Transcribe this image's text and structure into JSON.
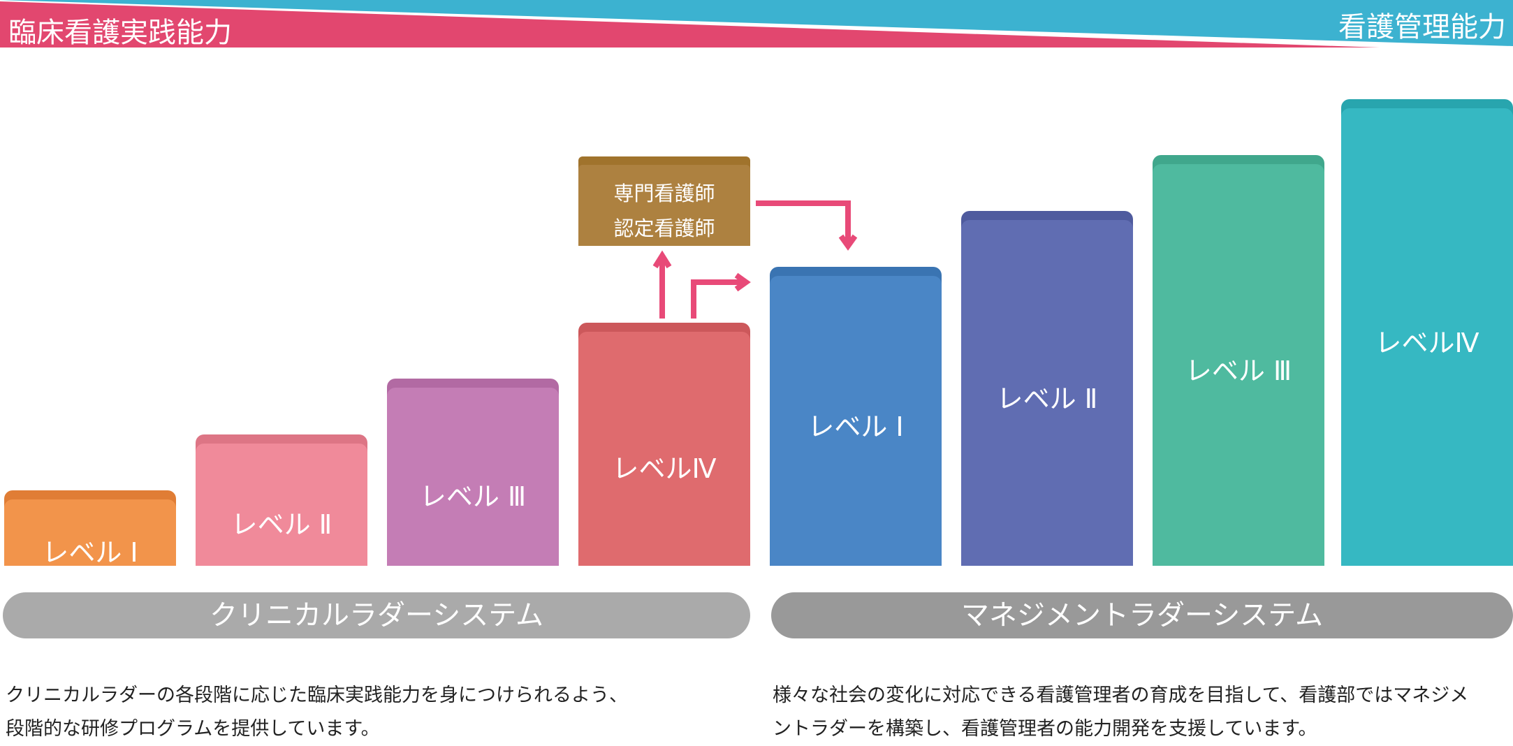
{
  "banner": {
    "left_label": "臨床看護実践能力",
    "right_label": "看護管理能力",
    "left_color": "#e2476f",
    "right_color": "#3cb2d0"
  },
  "clinical": {
    "steps": [
      {
        "label": "レベル Ⅰ",
        "color": "#f2944b",
        "top_color": "#e07d35"
      },
      {
        "label": "レベル Ⅱ",
        "color": "#f08a9a",
        "top_color": "#dd7585"
      },
      {
        "label": "レベル Ⅲ",
        "color": "#c47db5",
        "top_color": "#b26aa3"
      },
      {
        "label": "レベルⅣ",
        "color": "#df6b6e",
        "top_color": "#cc585b"
      }
    ],
    "specialist": {
      "line1": "専門看護師",
      "line2": "認定看護師"
    },
    "system_label": "クリニカルラダーシステム",
    "description": [
      "クリニカルラダーの各段階に応じた臨床実践能力を身につけられるよう、",
      "段階的な研修プログラムを提供しています。"
    ]
  },
  "management": {
    "steps": [
      {
        "label": "レベル Ⅰ",
        "color": "#4a86c6",
        "top_color": "#3a74b2"
      },
      {
        "label": "レベル Ⅱ",
        "color": "#606db2",
        "top_color": "#4f5b9e"
      },
      {
        "label": "レベル Ⅲ",
        "color": "#4fba9f",
        "top_color": "#40a78c"
      },
      {
        "label": "レベルⅣ",
        "color": "#36b8c2",
        "top_color": "#28a5ae"
      }
    ],
    "system_label": "マネジメントラダーシステム",
    "description": [
      "様々な社会の変化に対応できる看護管理者の育成を目指して、看護部ではマネジメ",
      "ントラダーを構築し、看護管理者の能力開発を支援しています。"
    ]
  },
  "arrow_color": "#e84a78",
  "pill_colors": {
    "clinical": "#aaaaaa",
    "management": "#999999"
  }
}
